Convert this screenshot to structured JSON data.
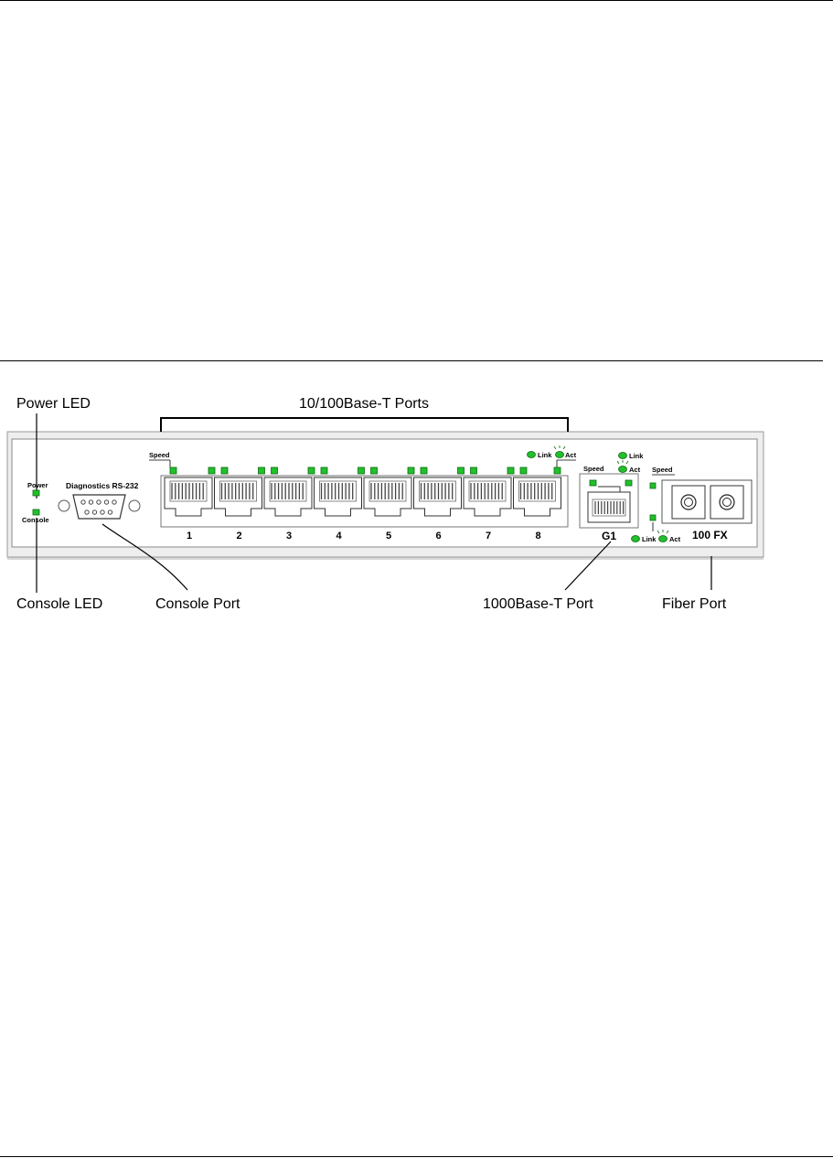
{
  "callouts": {
    "power_led": "Power LED",
    "console_led": "Console LED",
    "console_port": "Console Port",
    "gigabit_port": "1000Base-T Port",
    "fiber_port": "Fiber Port",
    "fast_ethernet_ports": "10/100Base-T Ports"
  },
  "panel": {
    "power": "Power",
    "console": "Console",
    "diagnostics": "Diagnostics RS-232",
    "speed": "Speed",
    "link": "Link",
    "act": "Act",
    "port_numbers": [
      "1",
      "2",
      "3",
      "4",
      "5",
      "6",
      "7",
      "8"
    ],
    "gigabit_label": "G1",
    "fiber_label": "100 FX"
  },
  "colors": {
    "led": "#22c02c",
    "panel_shadow": "#d8d8d8",
    "panel_face": "#ffffff"
  }
}
